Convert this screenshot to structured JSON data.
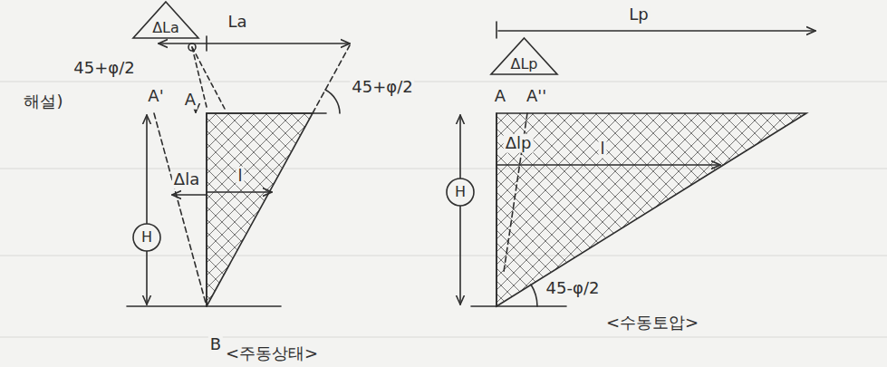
{
  "diagram": {
    "nodes": [
      {
        "text": [
          "ΔLa"
        ]
      },
      {
        "text": [
          "H"
        ]
      },
      {
        "text": [
          "ΔLp"
        ]
      },
      {
        "text": [
          "H"
        ]
      }
    ],
    "labels": [
      "La",
      "45+φ/2",
      "해설)",
      "A'",
      "A",
      "Δla",
      "l",
      "45+φ/2",
      "B",
      "<주동상태>",
      "Lp",
      "A",
      "A''",
      "Δlp",
      "l",
      "45-φ/2",
      "<수동토압>"
    ]
  }
}
